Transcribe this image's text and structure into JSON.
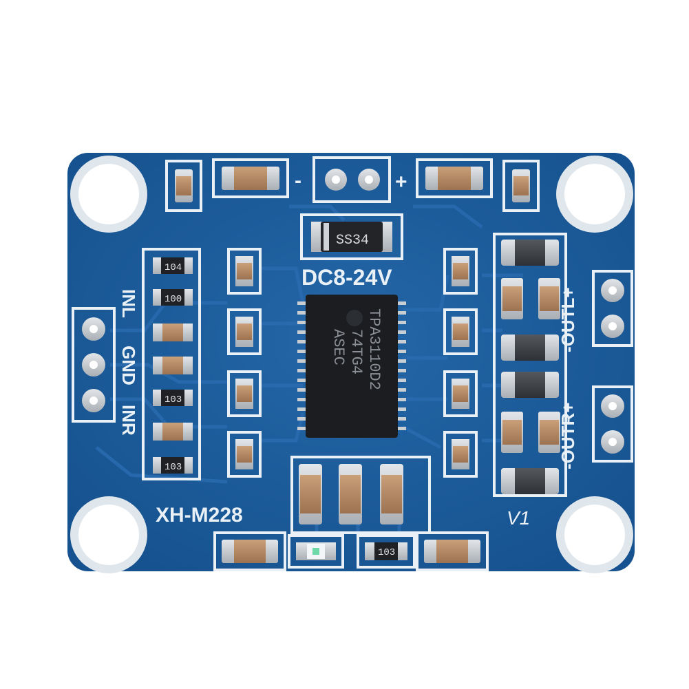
{
  "board": {
    "model": "XH-M228",
    "power_label": "DC8-24V",
    "power_minus": "-",
    "power_plus": "+",
    "version": "V1",
    "input_labels": [
      "INL",
      "GND",
      "INR"
    ],
    "out_left": "-OUTL+",
    "out_right": "-OUTR+",
    "diode_marking": "SS34",
    "chip_lines": [
      "TPA3110D2",
      "74TG4",
      "ASEC"
    ],
    "resistor_codes": {
      "r104": "104",
      "r100": "100",
      "r103": "103"
    }
  },
  "colors": {
    "background": "#ffffff",
    "pcb_blue": "#1c5c9c",
    "silkscreen": "#e9f0f6",
    "pad_silver": "#c9ced3",
    "capacitor_tan": "#b88a62",
    "ic_black": "#1b1d21"
  }
}
